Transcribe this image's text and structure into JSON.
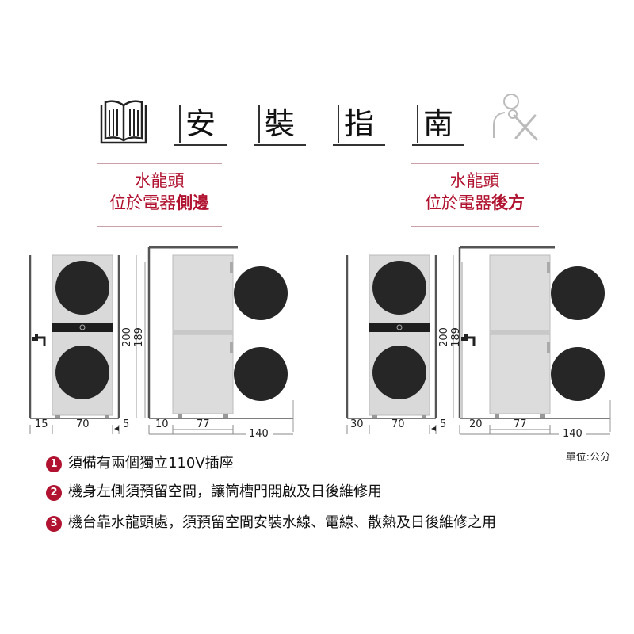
{
  "title": {
    "chars": [
      "安",
      "裝",
      "指",
      "南"
    ]
  },
  "captions": {
    "side": {
      "line1": "水龍頭",
      "line2_normal": "位於電器",
      "line2_bold": "側邊"
    },
    "back": {
      "line1": "水龍頭",
      "line2_normal": "位於電器",
      "line2_bold": "後方"
    }
  },
  "dimensions": {
    "side": {
      "gap_left": "15",
      "front_width": "70",
      "gap_right": "5",
      "side_gap": "10",
      "side_depth": "77",
      "total_depth": "140",
      "height_outer": "200",
      "height_inner": "189"
    },
    "back": {
      "gap_left": "30",
      "front_width": "70",
      "gap_right": "5",
      "side_gap": "20",
      "side_depth": "77",
      "total_depth": "140",
      "height_outer": "200",
      "height_inner": "189"
    }
  },
  "unit_label": "單位:公分",
  "notes": [
    {
      "num": "1",
      "text": "須備有兩個獨立110V插座"
    },
    {
      "num": "2",
      "text": "機身左側須預留空間，讓筒槽門開啟及日後維修用"
    },
    {
      "num": "3",
      "text": "機台靠水龍頭處，須預留空間安裝水線、電線、散熱及日後維修之用"
    }
  ],
  "colors": {
    "accent": "#b0122f",
    "appliance": "#d6d6d6",
    "door": "#2a2a2a",
    "wall": "#555555"
  },
  "icons": [
    "book-icon",
    "tools-person-icon",
    "faucet-icon"
  ]
}
